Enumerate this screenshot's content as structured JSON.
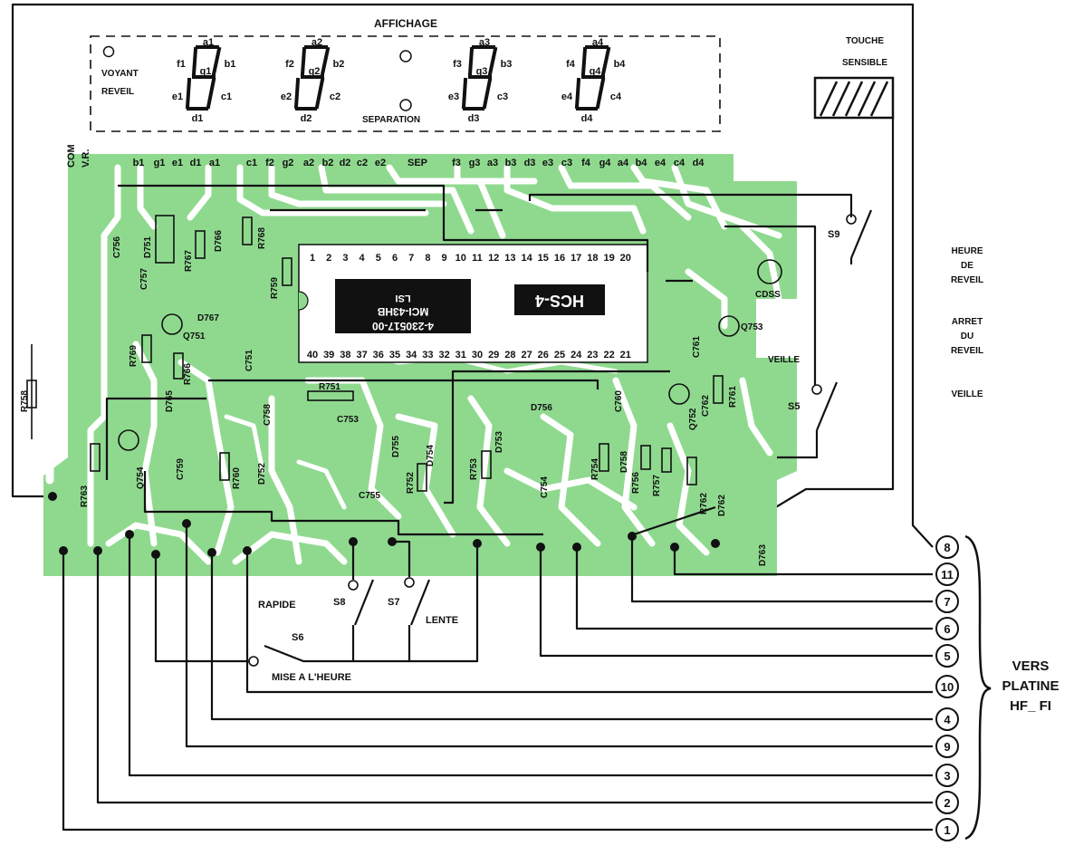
{
  "display": {
    "title": "AFFICHAGE",
    "voyant_line1": "VOYANT",
    "voyant_line2": "REVEIL",
    "separation": "SEPARATION",
    "digits": [
      {
        "a": "a1",
        "b": "b1",
        "c": "c1",
        "d": "d1",
        "e": "e1",
        "f": "f1",
        "g": "g1"
      },
      {
        "a": "a2",
        "b": "b2",
        "c": "c2",
        "d": "d2",
        "e": "e2",
        "f": "f2",
        "g": "g2"
      },
      {
        "a": "a3",
        "b": "b3",
        "c": "c3",
        "d": "d3",
        "e": "e3",
        "f": "f3",
        "g": "g3"
      },
      {
        "a": "a4",
        "b": "b4",
        "c": "c4",
        "d": "d4",
        "e": "e4",
        "f": "f4",
        "g": "g4"
      }
    ]
  },
  "touch": {
    "line1": "TOUCHE",
    "line2": "SENSIBLE"
  },
  "header_left": {
    "com": "COM",
    "vr": "V.R."
  },
  "header_pins": [
    "b1",
    "g1",
    "e1",
    "d1",
    "a1",
    "c1",
    "f2",
    "g2",
    "a2",
    "b2",
    "d2",
    "c2",
    "e2",
    "SEP",
    "f3",
    "g3",
    "a3",
    "b3",
    "d3",
    "e3",
    "c3",
    "f4",
    "g4",
    "a4",
    "b4",
    "e4",
    "c4",
    "d4"
  ],
  "ic": {
    "top_pins": [
      "1",
      "2",
      "3",
      "4",
      "5",
      "6",
      "7",
      "8",
      "9",
      "10",
      "11",
      "12",
      "13",
      "14",
      "15",
      "16",
      "17",
      "18",
      "19",
      "20"
    ],
    "bottom_pins": [
      "40",
      "39",
      "38",
      "37",
      "36",
      "35",
      "34",
      "33",
      "32",
      "31",
      "30",
      "29",
      "28",
      "27",
      "26",
      "25",
      "24",
      "23",
      "22",
      "21"
    ],
    "name": "LSI",
    "marking1": "MCI-43HB",
    "marking2": "4-230517-00",
    "logo": "HCS-4"
  },
  "components": {
    "R758": "R758",
    "R763": "R763",
    "R769": "R769",
    "R766": "R766",
    "R767": "R767",
    "R768": "R768",
    "R759": "R759",
    "R751": "R751",
    "R760": "R760",
    "R752": "R752",
    "R753": "R753",
    "R754": "R754",
    "R756": "R756",
    "R757": "R757",
    "R761": "R761",
    "R762": "R762",
    "C756": "C756",
    "C757": "C757",
    "C751": "C751",
    "C758": "C758",
    "C753": "C753",
    "C759": "C759",
    "C755": "C755",
    "C754": "C754",
    "C760": "C760",
    "C761": "C761",
    "C762": "C762",
    "D751": "D751",
    "D766": "D766",
    "D767": "D767",
    "D765": "D765",
    "D752": "D752",
    "D755": "D755",
    "D754": "D754",
    "D753": "D753",
    "D756": "D756",
    "D758": "D758",
    "D762": "D762",
    "D763": "D763",
    "Q751": "Q751",
    "Q754": "Q754",
    "Q752": "Q752",
    "Q753": "Q753",
    "CDSS": "CDSS"
  },
  "switches": {
    "S9": "S9",
    "S5": "S5",
    "S8": "S8",
    "S7": "S7",
    "S6": "S6",
    "rapide": "RAPIDE",
    "lente": "LENTE",
    "mise": "MISE  A  L'HEURE"
  },
  "side_labels": {
    "heure1": "HEURE",
    "heure2": "DE",
    "heure3": "REVEIL",
    "arret1": "ARRET",
    "arret2": "DU",
    "arret3": "REVEIL",
    "veille_inline": "VEILLE",
    "veille": "VEILLE"
  },
  "connector": {
    "labels": [
      "8",
      "11",
      "7",
      "6",
      "5",
      "10",
      "4",
      "9",
      "3",
      "2",
      "1"
    ],
    "dest1": "VERS",
    "dest2": "PLATINE",
    "dest3": "HF_ FI"
  },
  "colors": {
    "pcb": "#8fd98f",
    "ink": "#111111"
  }
}
